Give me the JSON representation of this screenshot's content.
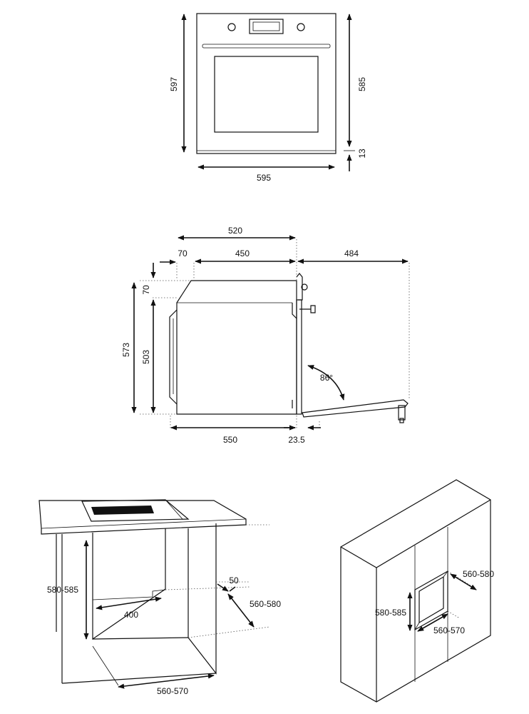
{
  "front_view": {
    "width": "595",
    "height_total": "597",
    "height_upper": "585",
    "height_gap": "13"
  },
  "side_view": {
    "depth_top": "520",
    "offset_left": "70",
    "depth_body": "450",
    "door_swing": "484",
    "offset_top": "70",
    "height_total": "573",
    "height_body": "503",
    "door_angle": "86°",
    "depth_bottom": "550",
    "door_thickness": "23.5"
  },
  "under_counter": {
    "niche_height": "580-585",
    "rear_gap": "50",
    "niche_depth": "560-580",
    "vent_width": "400",
    "niche_width": "560-570"
  },
  "column": {
    "niche_depth": "560-580",
    "niche_height": "580-585",
    "niche_width": "560-570"
  }
}
